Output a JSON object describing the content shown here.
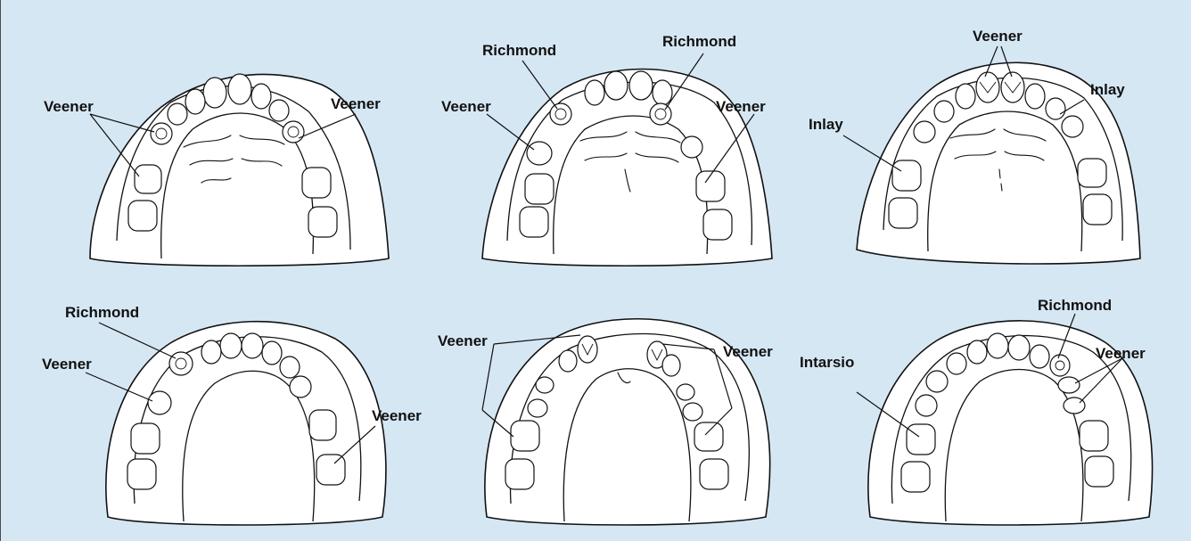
{
  "figure": {
    "background": "#d6e7f4",
    "line_color": "#111111",
    "panels": [
      {
        "name": "upper-left",
        "arch": "maxillary",
        "labels": [
          "Veener",
          "Veener"
        ]
      },
      {
        "name": "upper-middle",
        "arch": "maxillary",
        "labels": [
          "Richmond",
          "Richmond",
          "Veener",
          "Veener"
        ]
      },
      {
        "name": "upper-right",
        "arch": "maxillary",
        "labels": [
          "Veener",
          "Inlay",
          "Inlay"
        ]
      },
      {
        "name": "lower-left",
        "arch": "mandibular",
        "labels": [
          "Richmond",
          "Veener",
          "Veener"
        ]
      },
      {
        "name": "lower-middle",
        "arch": "mandibular",
        "labels": [
          "Veener",
          "Veener"
        ]
      },
      {
        "name": "lower-right",
        "arch": "mandibular",
        "labels": [
          "Richmond",
          "Intarsio",
          "Veener"
        ]
      }
    ]
  }
}
